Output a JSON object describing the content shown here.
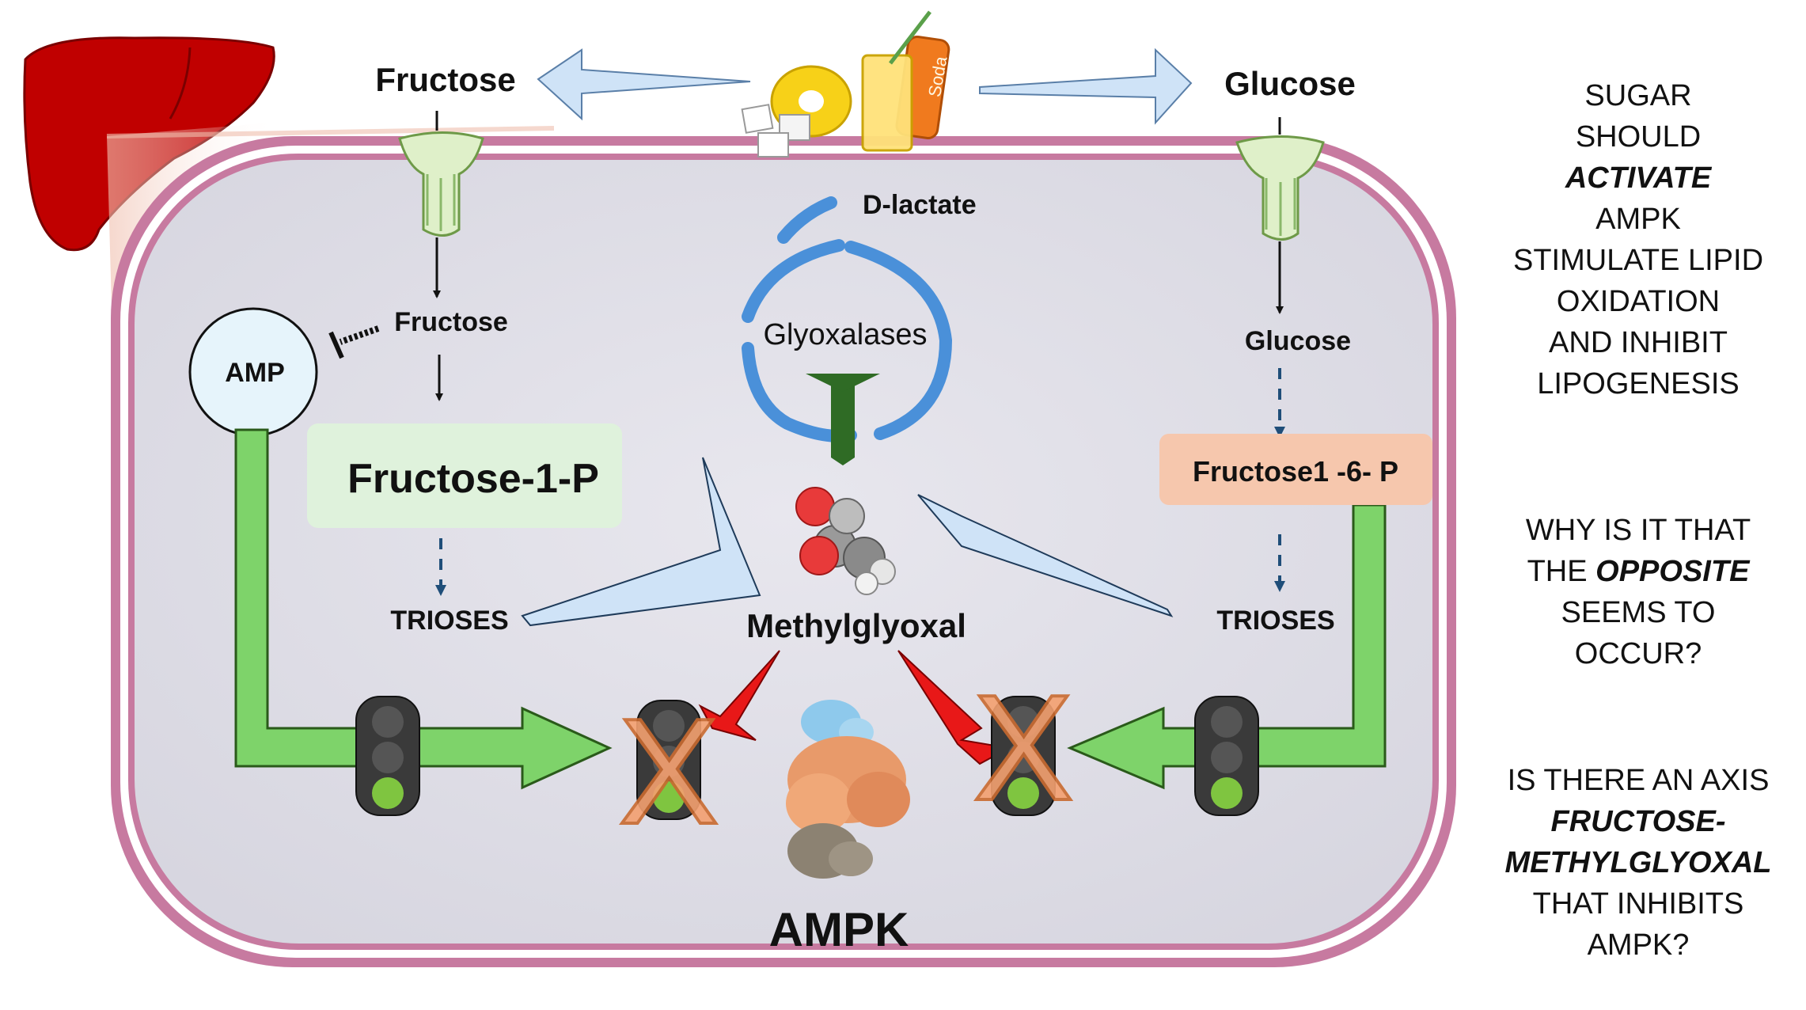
{
  "labels": {
    "fructose_top": "Fructose",
    "glucose_top": "Glucose",
    "fructose_inside": "Fructose",
    "glucose_inside": "Glucose",
    "amp": "AMP",
    "fructose_1_p": "Fructose-1-P",
    "fructose_1_6_p": "Fructose1 -6- P",
    "trioses_left": "TRIOSES",
    "trioses_right": "TRIOSES",
    "d_lactate": "D-lactate",
    "glyoxalases": "Glyoxalases",
    "methylglyoxal": "Methylglyoxal",
    "ampk": "AMPK",
    "soda_can_text": "Soda",
    "inhibition_mark_left": "X",
    "inhibition_mark_right": "X"
  },
  "side_notes": {
    "block1": [
      "SUGAR",
      "SHOULD",
      "ACTIVATE",
      "AMPK",
      "STIMULATE LIPID",
      "OXIDATION",
      "AND INHIBIT",
      "LIPOGENESIS"
    ],
    "block2": [
      "WHY IS IT THAT",
      "THE ",
      "OPPOSITE",
      "SEEMS TO",
      "OCCUR?"
    ],
    "block3": [
      "IS THERE AN AXIS",
      "FRUCTOSE-",
      "METHYLGLYOXAL",
      "THAT INHIBITS",
      "AMPK?"
    ]
  },
  "colors": {
    "liver": "#c00000",
    "cell_border": "#c9789e",
    "cell_fill": "#e3e1ea",
    "pathway_green": "#7ed36a",
    "cycle_blue": "#4a90d9",
    "arrow_lightblue": "#cfe3f7",
    "inhibit_red": "#e81818",
    "x_mark": "#f4a070",
    "fructose_1_p_box": "#dff2dc",
    "fructose_1_6_p_box": "#f6c7ad"
  },
  "icons": [
    "liver-icon",
    "sugar-drinks-icon",
    "transporter-icon",
    "traffic-light-icon",
    "molecule-icon",
    "ampk-protein-icon"
  ]
}
